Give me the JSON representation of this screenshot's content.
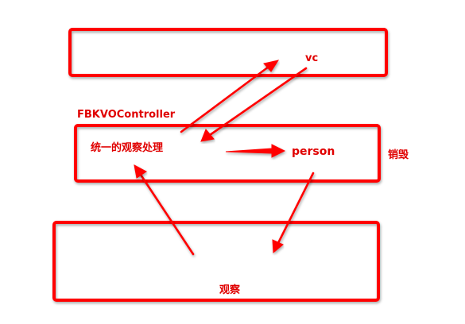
{
  "labels": {
    "vc": "vc",
    "fbkvo": "FBKVOController",
    "unified": "统一的观察处理",
    "person": "person",
    "destroy": "销毁",
    "observe": "观察"
  },
  "colors": {
    "stroke": "#ff0000",
    "text": "#e00000",
    "background": "#ffffff"
  }
}
